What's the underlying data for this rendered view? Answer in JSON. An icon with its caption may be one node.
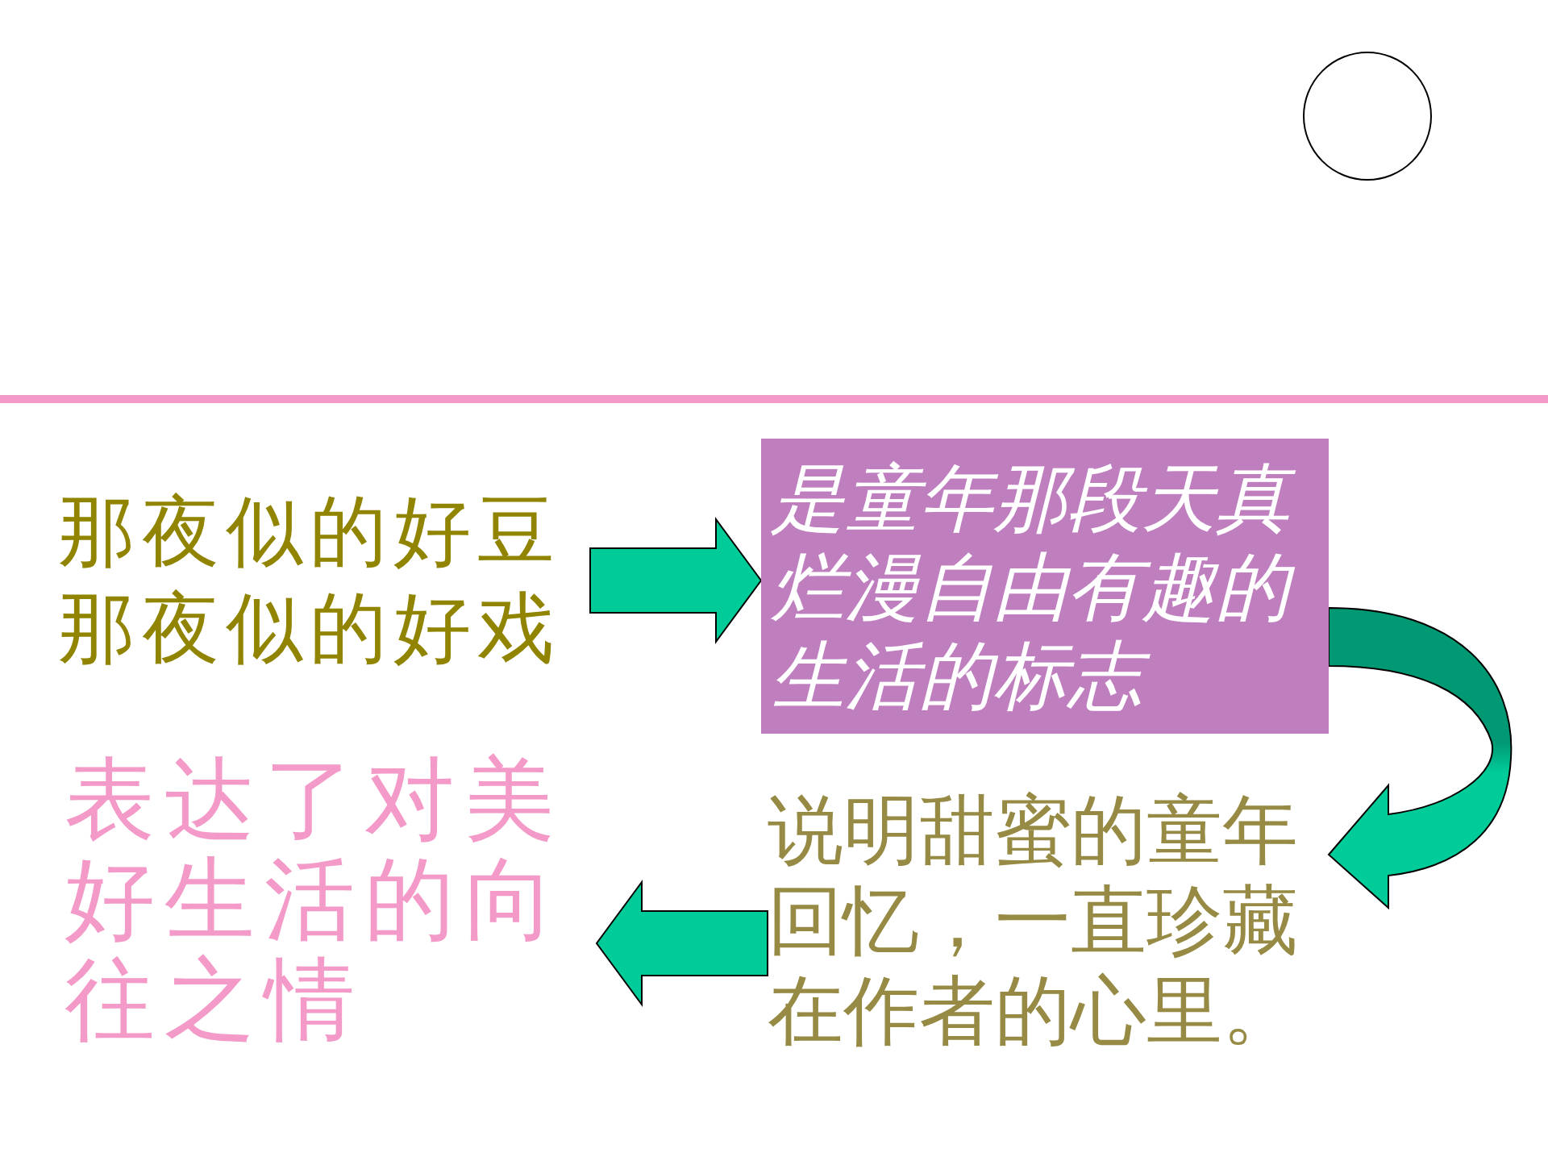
{
  "diagram": {
    "nodes": [
      {
        "text": [
          "那夜似的好豆",
          "那夜似的好戏"
        ]
      },
      {
        "text": [
          "是童年那段天真烂漫自由有趣的生活的标志"
        ]
      },
      {
        "text": [
          "说明甜蜜的童年回忆，一直珍藏在作者的心里。"
        ]
      },
      {
        "text": [
          "表达了对美好生活的向往之情"
        ]
      },
      {
        "text": [],
        "shape": "circle"
      }
    ],
    "edges": [
      {
        "from": 0,
        "to": 1,
        "arrow": "to"
      },
      {
        "from": 1,
        "to": 2,
        "arrow": "to"
      },
      {
        "from": 2,
        "to": 3,
        "arrow": "to"
      }
    ]
  }
}
